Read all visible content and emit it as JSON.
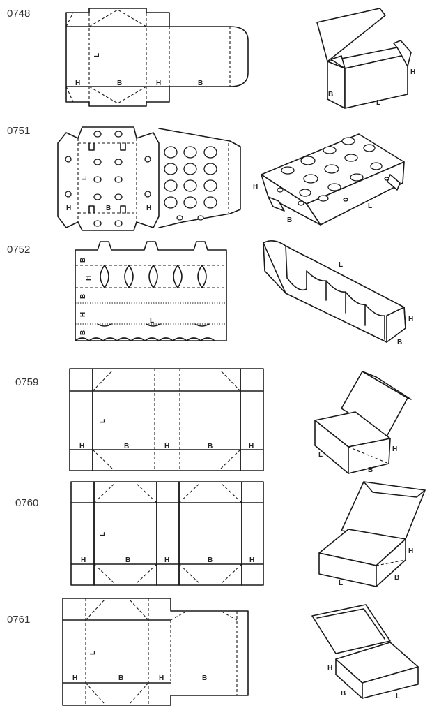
{
  "items": [
    {
      "code": "0748"
    },
    {
      "code": "0751"
    },
    {
      "code": "0752"
    },
    {
      "code": "0759"
    },
    {
      "code": "0760"
    },
    {
      "code": "0761"
    }
  ],
  "dimension_labels": {
    "length": "L",
    "width": "B",
    "height": "H"
  }
}
